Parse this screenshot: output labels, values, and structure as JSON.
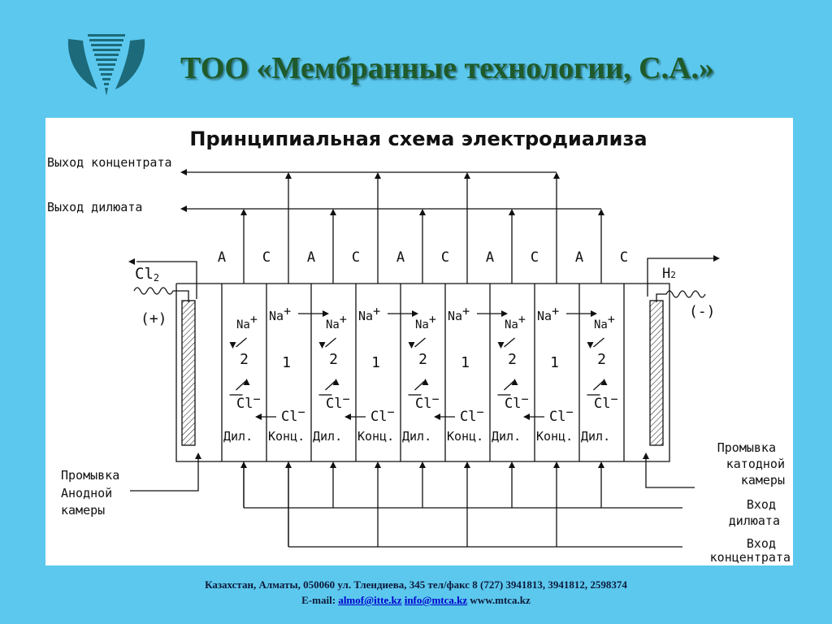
{
  "header": {
    "company_title": "ТОО «Мембранные технологии, С.А.»",
    "logo_icon": "company-logo-icon"
  },
  "diagram": {
    "title": "Принципиальная схема электродиализа",
    "outputs": {
      "concentrate_out": "Выход концентрата",
      "diluate_out": "Выход дилюата"
    },
    "membranes": [
      "A",
      "C",
      "A",
      "C",
      "A",
      "C",
      "A",
      "C",
      "A",
      "C"
    ],
    "gases": {
      "chlorine": "Cl",
      "chlorine_sub": "2",
      "hydrogen": "H",
      "hydrogen_sub": "2"
    },
    "electrodes": {
      "anode": "(+)",
      "cathode": "(-)"
    },
    "ions": {
      "cation": "Na",
      "cation_charge": "+",
      "anion": "Cl",
      "anion_charge": "−"
    },
    "chamber_numbers": [
      "2",
      "1",
      "2",
      "1",
      "2",
      "1",
      "2",
      "1",
      "2"
    ],
    "chamber_labels": [
      "Дил.",
      "Конц.",
      "Дил.",
      "Конц.",
      "Дил.",
      "Конц.",
      "Дил.",
      "Конц.",
      "Дил."
    ],
    "inputs": {
      "anode_wash": [
        "Промывка",
        "Анодной",
        "камеры"
      ],
      "cathode_wash": [
        "Промывка",
        "катодной",
        "камеры"
      ],
      "diluate_in": [
        "Вход",
        "дилюата"
      ],
      "concentrate_in": [
        "Вход",
        "концентрата"
      ]
    }
  },
  "footer": {
    "address": "Казахстан, Алматы, 050060  ул. Тлендиева, 345 тел/факс 8 (727) 3941813, 3941812, 2598374",
    "email_label": "E-mail:",
    "email1": "almof@itte.kz",
    "email2": "info@mtca.kz",
    "website": "www.mtca.kz"
  },
  "colors": {
    "background": "#5cc8ee",
    "title_color": "#1f5a2a",
    "logo_color": "#1c6a7a"
  }
}
